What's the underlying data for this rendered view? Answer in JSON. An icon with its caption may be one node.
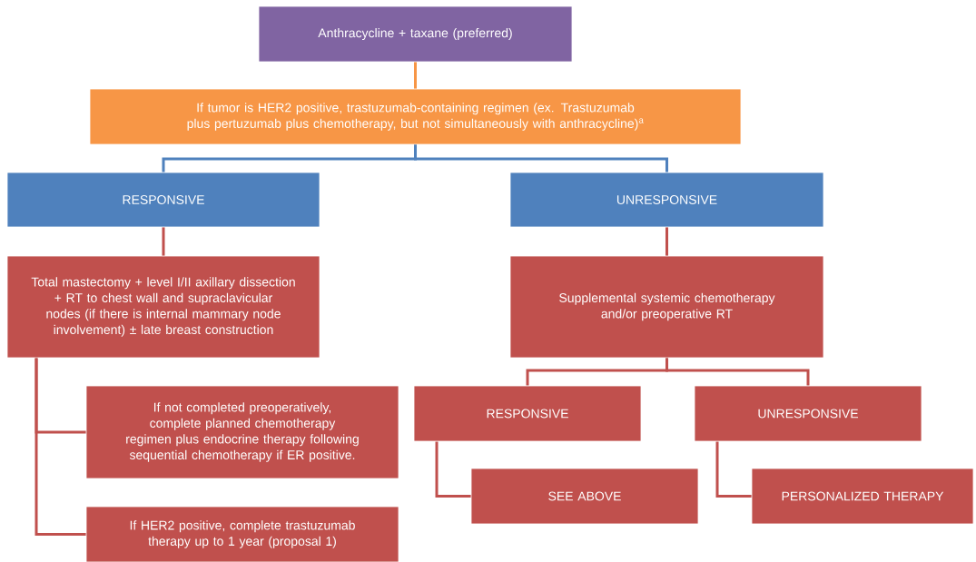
{
  "diagram": {
    "nodes": [
      {
        "text": [
          "Anthracycline + taxane (preferred)"
        ]
      },
      {
        "text": [
          "If tumor is HER2 positive, trastuzumab-containing regimen (ex. Trastuzumab plus pertuzumab plus chemotherapy, but not simultaneously with anthracycline)$^{a}$"
        ]
      },
      {
        "text": [
          "RESPONSIVE"
        ]
      },
      {
        "text": [
          "UNRESPONSIVE"
        ]
      },
      {
        "text": [
          "Total mastectomy + level I/II axillary dissection + RT to chest wall and supraclavicular nodes (if there is internal mammary node involvement) ± late breast construction"
        ]
      },
      {
        "text": [
          "Supplemental systemic chemotherapy and/or preoperative RT"
        ]
      },
      {
        "text": [
          "If not completed preoperatively, complete planned chemotherapy regimen plus endocrine therapy following sequential chemotherapy if ER positive."
        ]
      },
      {
        "text": [
          "If HER2 positive, complete trastuzumab therapy up to 1 year (proposal 1)"
        ]
      },
      {
        "text": [
          "RESPONSIVE"
        ]
      },
      {
        "text": [
          "UNRESPONSIVE"
        ]
      },
      {
        "text": [
          "SEE ABOVE"
        ]
      },
      {
        "text": [
          "PERSONALIZED THERAPY"
        ]
      }
    ],
    "edges": [
      {
        "from": 0,
        "to": 1,
        "arrow": "none",
        "color": "#f79646"
      },
      {
        "from": 1,
        "to": 2,
        "arrow": "none",
        "color": "#4f81bd"
      },
      {
        "from": 1,
        "to": 3,
        "arrow": "none",
        "color": "#4f81bd"
      },
      {
        "from": 2,
        "to": 4,
        "arrow": "none"
      },
      {
        "from": 3,
        "to": 5,
        "arrow": "none"
      },
      {
        "from": 4,
        "to": 6,
        "arrow": "none"
      },
      {
        "from": 4,
        "to": 7,
        "arrow": "none"
      },
      {
        "from": 5,
        "to": 8,
        "arrow": "none"
      },
      {
        "from": 5,
        "to": 9,
        "arrow": "none"
      },
      {
        "from": 8,
        "to": 10,
        "arrow": "none"
      },
      {
        "from": 9,
        "to": 11,
        "arrow": "none"
      }
    ]
  }
}
